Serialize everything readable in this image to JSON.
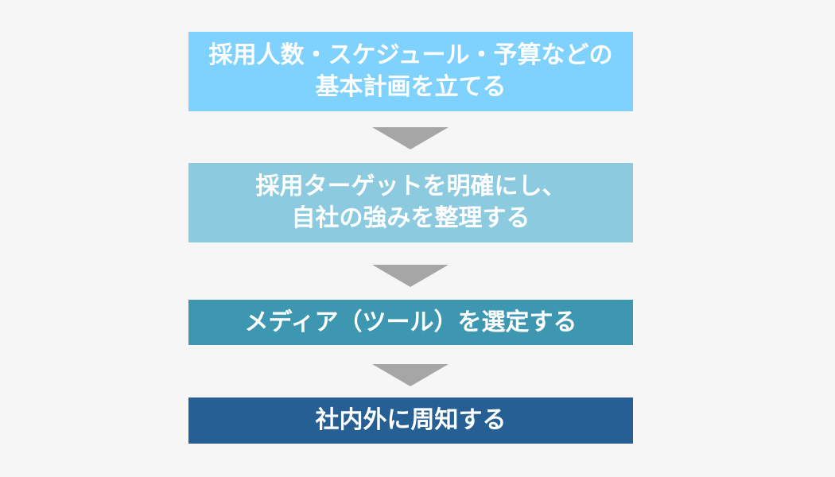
{
  "steps": [
    {
      "lines": [
        "採用人数・スケジュール・予算などの",
        "基本計画を立てる"
      ],
      "color": "#7fd2fd"
    },
    {
      "lines": [
        "採用ターゲットを明確にし、",
        "自社の強みを整理する"
      ],
      "color": "#8ccbdf"
    },
    {
      "lines": [
        "メディア（ツール）を選定する"
      ],
      "color": "#3d97b0"
    },
    {
      "lines": [
        "社内外に周知する"
      ],
      "color": "#255f93"
    }
  ],
  "arrow_color": "#a6a6a6"
}
